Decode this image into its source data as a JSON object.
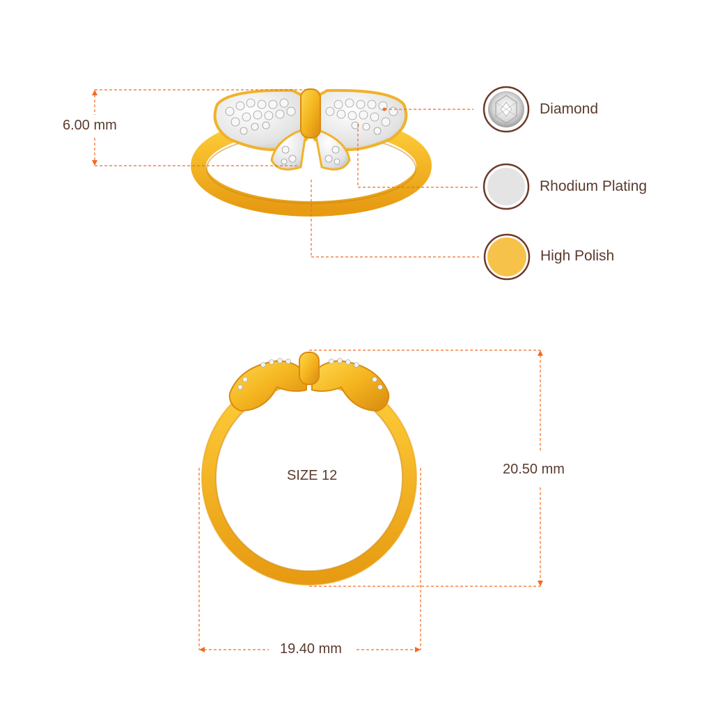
{
  "dimensions": {
    "height_top": "6.00 mm",
    "height_front": "20.50 mm",
    "width_front": "19.40 mm"
  },
  "ring_size": "SIZE 12",
  "legend": [
    {
      "key": "diamond",
      "label": "Diamond",
      "swatch_icon": "diamond-gem-icon"
    },
    {
      "key": "rhodium",
      "label": "Rhodium Plating",
      "swatch_color": "#e4e4e4"
    },
    {
      "key": "polish",
      "label": "High Polish",
      "swatch_color": "#f7c24a"
    }
  ],
  "colors": {
    "dimension_line": "#f26a22",
    "text": "#5a3a2e",
    "gold": "#f4b51f",
    "gold_dark": "#d9961a",
    "rhodium": "#dcdcdc",
    "swatch_border": "#6b3a2a"
  }
}
